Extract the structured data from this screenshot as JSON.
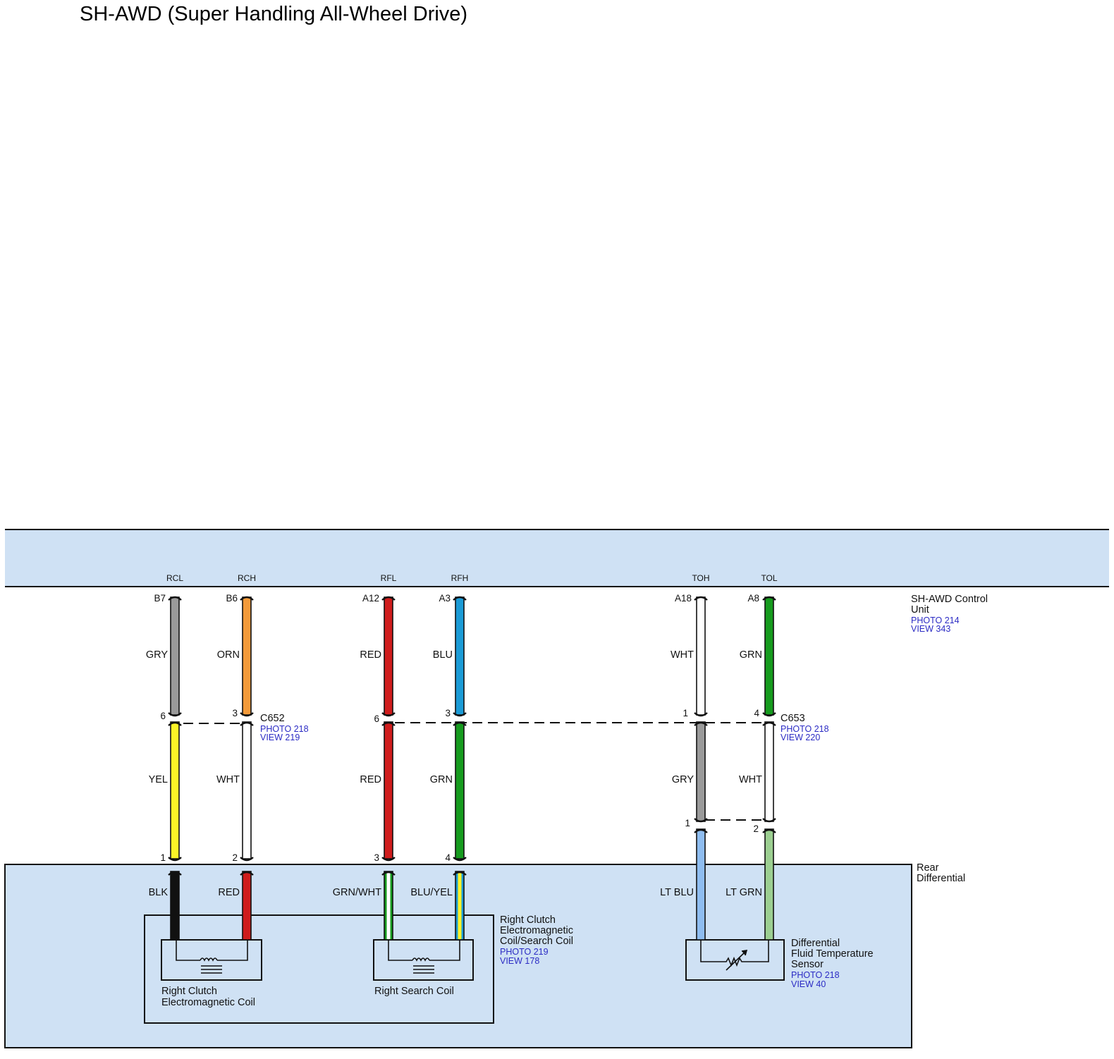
{
  "title": "SH-AWD (Super Handling All-Wheel Drive)",
  "colors": {
    "panel": "#cfe1f4",
    "GRY": "#9a9a9a",
    "ORN": "#f39a3a",
    "RED": "#cf1c1c",
    "BLU": "#1b9bd6",
    "WHT": "#ffffff",
    "GRN": "#169b1e",
    "YEL": "#fcf427",
    "BLK": "#111111",
    "LT BLU": "#8fbdf0",
    "LT GRN": "#9ccf91",
    "ref": "#2b2bc4"
  },
  "control_unit": {
    "name_line1": "SH-AWD Control",
    "name_line2": "Unit",
    "photo": "PHOTO 214",
    "view": "VIEW 343",
    "signals": [
      "RCL",
      "RCH",
      "RFL",
      "RFH",
      "TOH",
      "TOL"
    ],
    "pins": [
      "B7",
      "B6",
      "A12",
      "A3",
      "A18",
      "A8"
    ]
  },
  "upper_wire_colors": [
    "GRY",
    "ORN",
    "RED",
    "BLU",
    "WHT",
    "GRN"
  ],
  "connector_c652": {
    "name": "C652",
    "photo": "PHOTO 218",
    "view": "VIEW 219",
    "pins_top": [
      "6",
      "3",
      "6",
      "3"
    ],
    "pins_bottom": [
      "1",
      "2",
      "3",
      "4"
    ]
  },
  "connector_c653": {
    "name": "C653",
    "photo": "PHOTO 218",
    "view": "VIEW 220",
    "pins_top": [
      "1",
      "4"
    ],
    "pins_bottom": [
      "1",
      "2"
    ]
  },
  "middle_wire_colors": [
    "YEL",
    "WHT",
    "RED",
    "GRN",
    "GRY",
    "WHT"
  ],
  "lower_wire_colors": [
    "BLK",
    "RED",
    "GRN/WHT",
    "BLU/YEL",
    "LT BLU",
    "LT GRN"
  ],
  "rear_differential": {
    "name_line1": "Rear",
    "name_line2": "Differential"
  },
  "right_clutch_coil_search_coil": {
    "line1": "Right Clutch",
    "line2": "Electromagnetic",
    "line3": "Coil/Search Coil",
    "photo": "PHOTO 219",
    "view": "VIEW 178"
  },
  "right_clutch_coil": {
    "line1": "Right Clutch",
    "line2": "Electromagnetic Coil"
  },
  "right_search_coil": {
    "label": "Right Search Coil"
  },
  "fluid_temp_sensor": {
    "line1": "Differential",
    "line2": "Fluid Temperature",
    "line3": "Sensor",
    "photo": "PHOTO 218",
    "view": "VIEW 40"
  }
}
